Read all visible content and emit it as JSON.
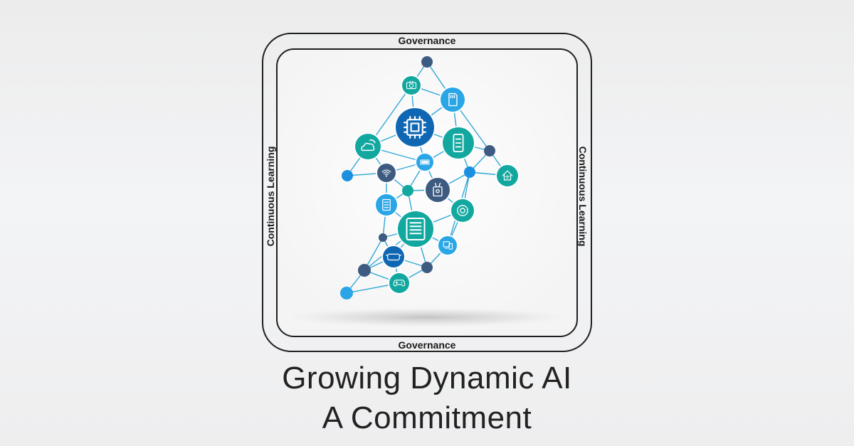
{
  "frame": {
    "top_label": "Governance",
    "bottom_label": "Governance",
    "left_label": "Continuous Learning",
    "right_label": "Continuous Learning"
  },
  "headline": {
    "line1": "Growing Dynamic AI",
    "line2": "A Commitment"
  },
  "colors": {
    "frame": "#1f1f1f",
    "navy": "#3d5a80",
    "blue": "#1b8fe0",
    "dark_blue": "#0f67b3",
    "teal": "#12a8a0",
    "light_blue": "#2aa6e6",
    "link": "#1b9fd2"
  },
  "network": {
    "nodes": [
      {
        "id": "top-dot",
        "kind": "dot",
        "color": "navy"
      },
      {
        "id": "camera",
        "kind": "icon",
        "icon": "camera-icon",
        "color": "teal"
      },
      {
        "id": "sdcard",
        "kind": "icon",
        "icon": "sd-card-icon",
        "color": "light_blue"
      },
      {
        "id": "cpu",
        "kind": "icon",
        "icon": "cpu-chip-icon",
        "color": "dark_blue"
      },
      {
        "id": "phone",
        "kind": "icon",
        "icon": "smartphone-icon",
        "color": "teal"
      },
      {
        "id": "cloud",
        "kind": "icon",
        "icon": "cloud-wifi-icon",
        "color": "teal"
      },
      {
        "id": "ram",
        "kind": "icon",
        "icon": "memory-module-icon",
        "color": "light_blue"
      },
      {
        "id": "right-dot",
        "kind": "dot",
        "color": "navy"
      },
      {
        "id": "wifi",
        "kind": "icon",
        "icon": "wifi-icon",
        "color": "navy"
      },
      {
        "id": "left-dot",
        "kind": "dot",
        "color": "blue"
      },
      {
        "id": "center-dot",
        "kind": "dot",
        "color": "blue"
      },
      {
        "id": "home",
        "kind": "icon",
        "icon": "smart-home-icon",
        "color": "teal"
      },
      {
        "id": "mid-dot",
        "kind": "dot",
        "color": "teal"
      },
      {
        "id": "badge",
        "kind": "icon",
        "icon": "id-badge-icon",
        "color": "navy"
      },
      {
        "id": "server",
        "kind": "icon",
        "icon": "server-icon",
        "color": "light_blue"
      },
      {
        "id": "robot",
        "kind": "icon",
        "icon": "robot-vacuum-icon",
        "color": "teal"
      },
      {
        "id": "tablet",
        "kind": "icon",
        "icon": "tablet-icon",
        "color": "teal"
      },
      {
        "id": "lower-dot",
        "kind": "dot",
        "color": "navy"
      },
      {
        "id": "devices",
        "kind": "icon",
        "icon": "devices-icon",
        "color": "light_blue"
      },
      {
        "id": "vr",
        "kind": "icon",
        "icon": "vr-headset-icon",
        "color": "dark_blue"
      },
      {
        "id": "gamepad",
        "kind": "icon",
        "icon": "gamepad-icon",
        "color": "teal"
      },
      {
        "id": "bl-dot",
        "kind": "dot",
        "color": "navy"
      },
      {
        "id": "br-dot",
        "kind": "dot",
        "color": "navy"
      },
      {
        "id": "tail-dot",
        "kind": "dot",
        "color": "light_blue"
      }
    ],
    "edges": [
      [
        "top-dot",
        "camera"
      ],
      [
        "top-dot",
        "sdcard"
      ],
      [
        "camera",
        "sdcard"
      ],
      [
        "camera",
        "cpu"
      ],
      [
        "sdcard",
        "cpu"
      ],
      [
        "sdcard",
        "phone"
      ],
      [
        "sdcard",
        "right-dot"
      ],
      [
        "camera",
        "cloud"
      ],
      [
        "cpu",
        "cloud"
      ],
      [
        "cpu",
        "phone"
      ],
      [
        "cpu",
        "ram"
      ],
      [
        "cloud",
        "ram"
      ],
      [
        "cloud",
        "wifi"
      ],
      [
        "cloud",
        "left-dot"
      ],
      [
        "phone",
        "ram"
      ],
      [
        "phone",
        "right-dot"
      ],
      [
        "phone",
        "center-dot"
      ],
      [
        "right-dot",
        "center-dot"
      ],
      [
        "right-dot",
        "home"
      ],
      [
        "center-dot",
        "home"
      ],
      [
        "wifi",
        "left-dot"
      ],
      [
        "wifi",
        "ram"
      ],
      [
        "wifi",
        "mid-dot"
      ],
      [
        "ram",
        "badge"
      ],
      [
        "ram",
        "mid-dot"
      ],
      [
        "mid-dot",
        "badge"
      ],
      [
        "badge",
        "center-dot"
      ],
      [
        "mid-dot",
        "server"
      ],
      [
        "wifi",
        "server"
      ],
      [
        "center-dot",
        "robot"
      ],
      [
        "badge",
        "robot"
      ],
      [
        "mid-dot",
        "tablet"
      ],
      [
        "server",
        "tablet"
      ],
      [
        "robot",
        "tablet"
      ],
      [
        "robot",
        "devices"
      ],
      [
        "center-dot",
        "devices"
      ],
      [
        "tablet",
        "devices"
      ],
      [
        "server",
        "lower-dot"
      ],
      [
        "lower-dot",
        "tablet"
      ],
      [
        "lower-dot",
        "vr"
      ],
      [
        "tablet",
        "vr"
      ],
      [
        "lower-dot",
        "bl-dot"
      ],
      [
        "vr",
        "bl-dot"
      ],
      [
        "tablet",
        "br-dot"
      ],
      [
        "devices",
        "br-dot"
      ],
      [
        "vr",
        "br-dot"
      ],
      [
        "vr",
        "gamepad"
      ],
      [
        "bl-dot",
        "gamepad"
      ],
      [
        "br-dot",
        "gamepad"
      ],
      [
        "bl-dot",
        "tail-dot"
      ],
      [
        "gamepad",
        "tail-dot"
      ],
      [
        "tablet",
        "bl-dot"
      ]
    ]
  }
}
